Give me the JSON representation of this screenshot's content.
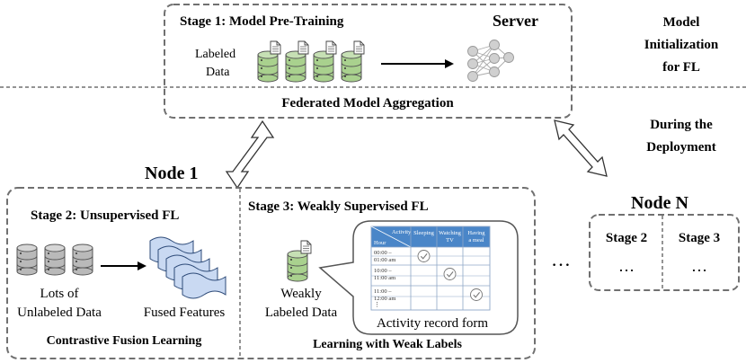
{
  "server": {
    "stage1_title": "Stage 1: Model Pre-Training",
    "server_label": "Server",
    "labeled_line1": "Labeled",
    "labeled_line2": "Data",
    "aggregation": "Federated Model Aggregation"
  },
  "side_labels": {
    "model_init_line1": "Model",
    "model_init_line2": "Initialization",
    "model_init_line3": "for FL",
    "deploy_line1": "During the",
    "deploy_line2": "Deployment"
  },
  "node1": {
    "title": "Node 1",
    "stage2_title": "Stage 2: Unsupervised FL",
    "lots_line1": "Lots of",
    "lots_line2": "Unlabeled Data",
    "fused": "Fused Features",
    "contrastive": "Contrastive Fusion Learning",
    "stage3_title": "Stage 3: Weakly Supervised FL",
    "weakly_line1": "Weakly",
    "weakly_line2": "Labeled Data",
    "record_caption": "Activity record form",
    "learning_weak": "Learning with Weak Labels"
  },
  "record_table": {
    "corner_top": "Activity",
    "corner_bottom": "Hour",
    "columns": [
      "Sleeping",
      "Watching TV",
      "Having a meal"
    ],
    "rows": [
      {
        "line1": "00:00 –",
        "line2": "01:00 am",
        "checked": 0
      },
      {
        "line1": "10:00 –",
        "line2": "11:00 am",
        "checked": 1
      },
      {
        "line1": "11:00 –",
        "line2": "12:00 am",
        "checked": 2
      }
    ],
    "colors": {
      "header": "#4a86c8",
      "line": "#8fa7c7"
    }
  },
  "nodeN": {
    "title": "Node N",
    "stage2": "Stage 2",
    "stage3": "Stage 3",
    "dots": "…"
  },
  "ellipsis": "…",
  "icons": [
    "database-icon",
    "document-icon",
    "neural-network-icon",
    "feature-sheet-icon",
    "checkmark-icon"
  ]
}
